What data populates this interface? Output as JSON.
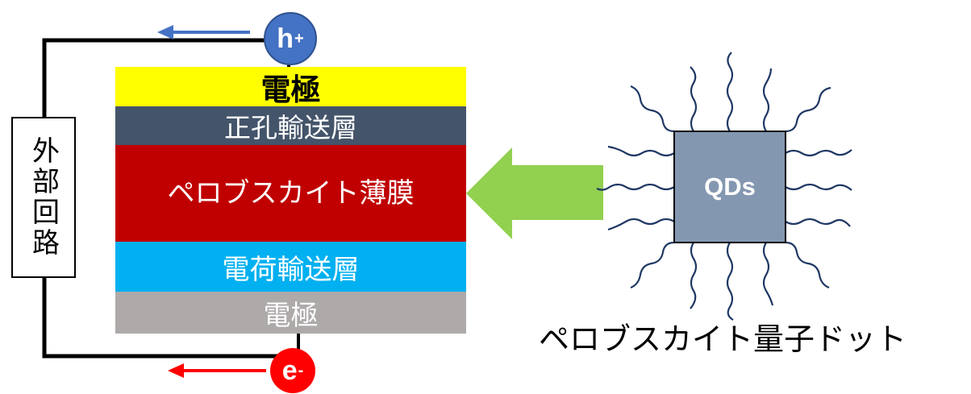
{
  "device": {
    "layers": [
      {
        "id": "top_electrode",
        "label": "電極"
      },
      {
        "id": "hole_transport",
        "label": "正孔輸送層"
      },
      {
        "id": "perovskite",
        "label": "ペロブスカイト薄膜"
      },
      {
        "id": "charge_transport",
        "label": "電荷輸送層"
      },
      {
        "id": "bottom_electrode",
        "label": "電極"
      }
    ],
    "colors": {
      "top_electrode": "#ffff00",
      "hole_transport": "#44546a",
      "perovskite": "#c00000",
      "charge_transport": "#00b0f0",
      "bottom_electrode": "#aeaaaa"
    }
  },
  "circuit": {
    "label": "外部回路"
  },
  "carriers": {
    "hole": {
      "base": "h",
      "sign": "+",
      "color": "#4472c4"
    },
    "electron": {
      "base": "e",
      "sign": "-",
      "color": "#ff0000"
    }
  },
  "quantum_dot": {
    "label": "QDs",
    "caption": "ペロブスカイト量子ドット",
    "fill": "#8497b0",
    "ligand_color": "#1f3864",
    "arrow_color": "#92d050"
  }
}
